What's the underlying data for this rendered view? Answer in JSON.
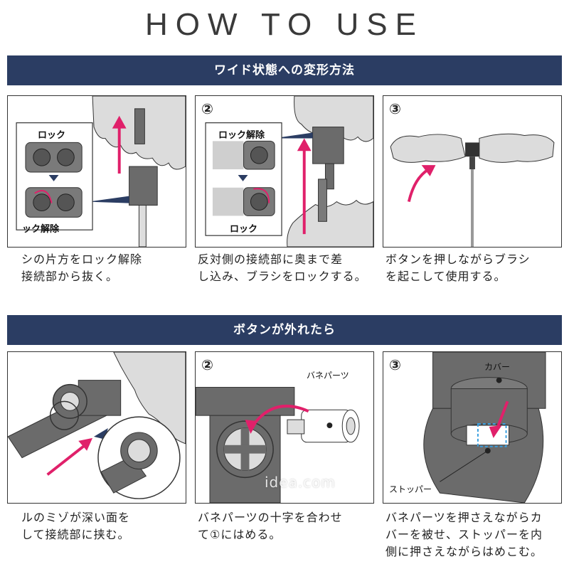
{
  "header": {
    "title": "HOW TO USE"
  },
  "section1": {
    "banner": "ワイド状態への変形方法",
    "panels": [
      {
        "label_top": "ロック",
        "label_bottom": "ック解除",
        "caption": "シの片方をロック解除\n接続部から抜く。"
      },
      {
        "number": "②",
        "label_top": "ロック解除",
        "label_bottom": "ロック",
        "caption": "反対側の接続部に奥まで差\nし込み、ブラシをロックする。"
      },
      {
        "number": "③",
        "caption": "ボタンを押しながらブラシ\nを起こして使用する。"
      }
    ]
  },
  "section2": {
    "banner": "ボタンが外れたら",
    "panels": [
      {
        "caption": "ルのミゾが深い面を\nして接続部に挟む。"
      },
      {
        "number": "②",
        "label_part": "バネパーツ",
        "caption": "バネパーツの十字を合わせ\nて①にはめる。"
      },
      {
        "number": "③",
        "label_cover": "カバー",
        "label_stopper": "ストッパー",
        "caption": "バネパーツを押さえながらカ\nバーを被せ、ストッパーを内\n側に押さえながらはめこむ。"
      }
    ]
  },
  "watermark": "idea.com",
  "colors": {
    "navy": "#2b3d63",
    "accent": "#e0206a",
    "gray": "#6b6b6b",
    "cloud": "#dcdcdc"
  },
  "icons": [
    "up-arrow-icon",
    "curved-arrow-icon",
    "down-triangle-icon"
  ]
}
